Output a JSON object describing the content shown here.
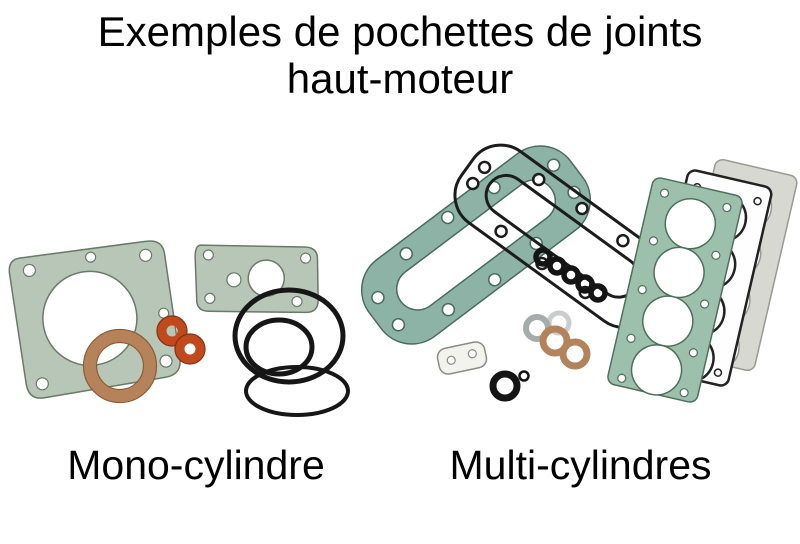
{
  "title": {
    "line1": "Exemples de pochettes de joints",
    "line2": "haut-moteur"
  },
  "groups": [
    {
      "id": "mono",
      "label": "Mono-cylindre"
    },
    {
      "id": "multi",
      "label": "Multi-cylindres"
    }
  ],
  "colors": {
    "background": "#ffffff",
    "text": "#000000",
    "gasket_green": "#b7c6b6",
    "gasket_green_edge": "#687a68",
    "gasket_teal": "#8cb3a6",
    "gasket_teal_edge": "#4a6a5e",
    "head_gasket_green": "#9dc0ac",
    "head_gasket_edge": "#4f6f5c",
    "copper": "#b5825a",
    "orange_ring": "#c14a1c",
    "black_ring": "#161616",
    "gray_gasket": "#d8d8d2"
  }
}
